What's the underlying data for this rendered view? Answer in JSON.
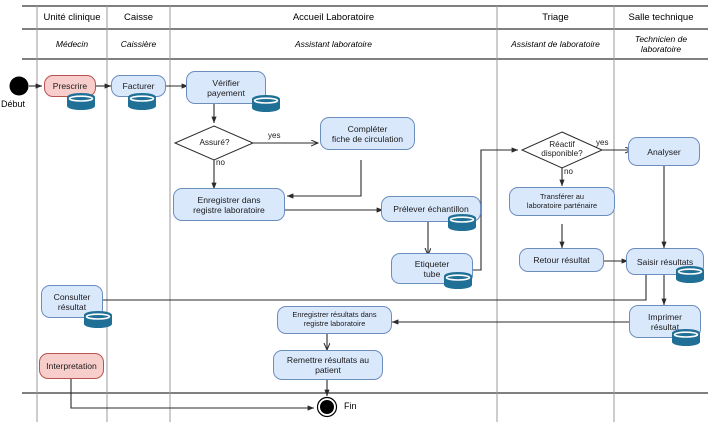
{
  "diagram": {
    "title": "Processus laboratoire - diagramme d'activite avec couloirs",
    "colors": {
      "activity_fill": "#dae8fc",
      "activity_stroke": "#6c8ebf",
      "manual_fill": "#f8cecc",
      "manual_stroke": "#b85450",
      "datastore": "#1f6f96",
      "edge": "#2b2b2b",
      "lane_line": "#b3b3b3",
      "lane_border": "#000000"
    }
  },
  "lanes": {
    "titles": [
      {
        "label": "Unité clinique"
      },
      {
        "label": "Caisse"
      },
      {
        "label": "Accueil Laboratoire"
      },
      {
        "label": "Triage"
      },
      {
        "label": "Salle technique"
      }
    ],
    "roles": [
      {
        "label": "Médecin"
      },
      {
        "label": "Caissière"
      },
      {
        "label": "Assistant laboratoire"
      },
      {
        "label": "Assistant de laboratoire"
      },
      {
        "label": "Technicien de laboratoire"
      }
    ]
  },
  "terminators": {
    "start": "Début",
    "end": "Fin"
  },
  "nodes": [
    {
      "id": "prescrire",
      "label": "Prescrire",
      "type": "manual"
    },
    {
      "id": "facturer",
      "label": "Facturer",
      "type": "activity"
    },
    {
      "id": "verifier",
      "label": "Vérifier\npayement",
      "type": "activity"
    },
    {
      "id": "completer",
      "label": "Compléter\nfiche de circulation",
      "type": "activity"
    },
    {
      "id": "enregistrer",
      "label": "Enregistrer dans\nregistre laboratoire",
      "type": "activity"
    },
    {
      "id": "prelever",
      "label": "Prélever échantillon",
      "type": "activity"
    },
    {
      "id": "etiqueter",
      "label": "Etiqueter\ntube",
      "type": "activity"
    },
    {
      "id": "transferer",
      "label": "Transférer au\nlaboratoire parténaire",
      "type": "activity"
    },
    {
      "id": "retour",
      "label": "Retour résultat",
      "type": "activity"
    },
    {
      "id": "analyser",
      "label": "Analyser",
      "type": "activity"
    },
    {
      "id": "saisir",
      "label": "Saisir résultats",
      "type": "activity"
    },
    {
      "id": "imprimer",
      "label": "Imprimer\nrésultat",
      "type": "activity"
    },
    {
      "id": "consulter",
      "label": "Consulter\nrésultat",
      "type": "activity"
    },
    {
      "id": "interpretation",
      "label": "Interpretation",
      "type": "manual"
    },
    {
      "id": "enregistrer_res",
      "label": "Enregistrer résultats dans\nregistre laboratoire",
      "type": "activity"
    },
    {
      "id": "remettre",
      "label": "Remettre résultats au\npatient",
      "type": "activity"
    }
  ],
  "decisions": [
    {
      "id": "assure",
      "label": "Assuré?"
    },
    {
      "id": "reactif",
      "label": "Réactif\ndisponible?"
    }
  ],
  "edge_labels": {
    "assure_yes": "yes",
    "assure_no": "no",
    "reactif_yes": "yes",
    "reactif_no": "no"
  },
  "datastores": [
    {
      "for": "prescrire"
    },
    {
      "for": "facturer"
    },
    {
      "for": "verifier"
    },
    {
      "for": "prelever"
    },
    {
      "for": "etiqueter"
    },
    {
      "for": "saisir"
    },
    {
      "for": "imprimer"
    },
    {
      "for": "consulter"
    }
  ]
}
